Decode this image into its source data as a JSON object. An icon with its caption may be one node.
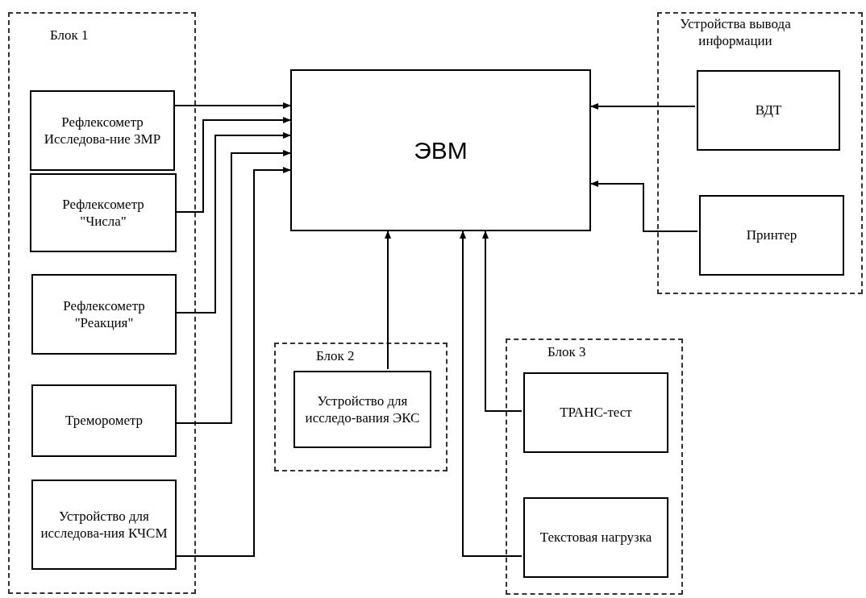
{
  "diagram": {
    "nodes": [
      {
        "text": [
          "Блок 1"
        ]
      },
      {
        "text": [
          "Рефлексометр Исследова-ние ЗМР"
        ],
        "in": 0
      },
      {
        "text": [
          "Рефлексометр \"Числа\""
        ],
        "in": 0
      },
      {
        "text": [
          "Рефлексометр \"Реакция\""
        ],
        "in": 0
      },
      {
        "text": [
          "Треморометр"
        ],
        "in": 0
      },
      {
        "text": [
          "Устройство для исследова-ния КЧСМ"
        ],
        "in": 0
      },
      {
        "text": [
          "ЭВМ"
        ]
      },
      {
        "text": [
          "Устройства вывода информации"
        ]
      },
      {
        "text": [
          "ВДТ"
        ],
        "in": 7
      },
      {
        "text": [
          "Принтер"
        ],
        "in": 7
      },
      {
        "text": [
          "Блок 2"
        ]
      },
      {
        "text": [
          "Устройство для исследо-вания ЭКС"
        ],
        "in": 10
      },
      {
        "text": [
          "Блок 3"
        ]
      },
      {
        "text": [
          "ТРАНС-тест"
        ],
        "in": 12
      },
      {
        "text": [
          "Текстовая нагрузка"
        ],
        "in": 12
      }
    ],
    "edges": [
      {
        "from": 1,
        "to": 6,
        "arrow": "to"
      },
      {
        "from": 2,
        "to": 6,
        "arrow": "to"
      },
      {
        "from": 3,
        "to": 6,
        "arrow": "to"
      },
      {
        "from": 4,
        "to": 6,
        "arrow": "to"
      },
      {
        "from": 5,
        "to": 6,
        "arrow": "to"
      },
      {
        "from": 8,
        "to": 6,
        "arrow": "to"
      },
      {
        "from": 9,
        "to": 6,
        "arrow": "to"
      },
      {
        "from": 11,
        "to": 6,
        "arrow": "to"
      },
      {
        "from": 14,
        "to": 6,
        "arrow": "to"
      },
      {
        "from": 13,
        "to": 6,
        "arrow": "to"
      }
    ]
  }
}
